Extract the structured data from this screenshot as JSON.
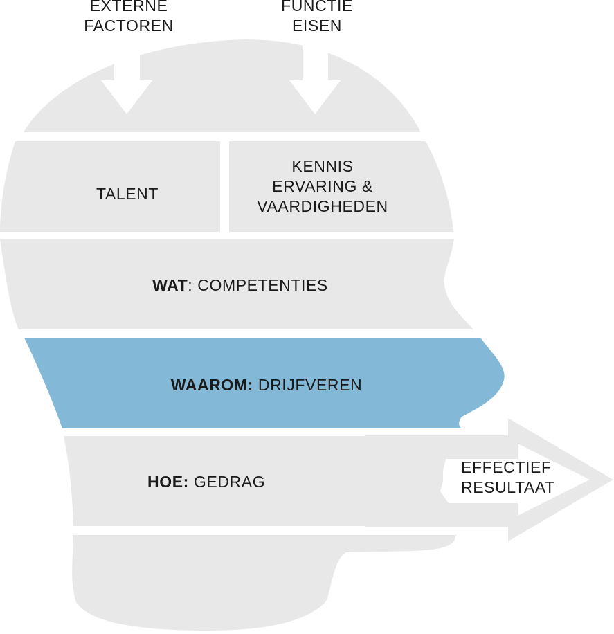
{
  "colors": {
    "head": "#e8e8e8",
    "highlight": "#83b8d6",
    "text": "#1a1a1a",
    "background": "#ffffff"
  },
  "inputs": {
    "external": [
      "EXTERNE",
      "FACTOREN"
    ],
    "job": [
      "FUNCTIE",
      "EISEN"
    ]
  },
  "layers": {
    "talent": "TALENT",
    "knowledge": [
      "KENNIS",
      "ERVARING &",
      "VAARDIGHEDEN"
    ],
    "what": {
      "key": "WAT",
      "value": ": COMPETENTIES"
    },
    "why": {
      "key": "WAAROM:",
      "value": " DRIJFVEREN"
    },
    "how": {
      "key": "HOE:",
      "value": " GEDRAG"
    }
  },
  "output": [
    "EFFECTIEF",
    "RESULTAAT"
  ]
}
